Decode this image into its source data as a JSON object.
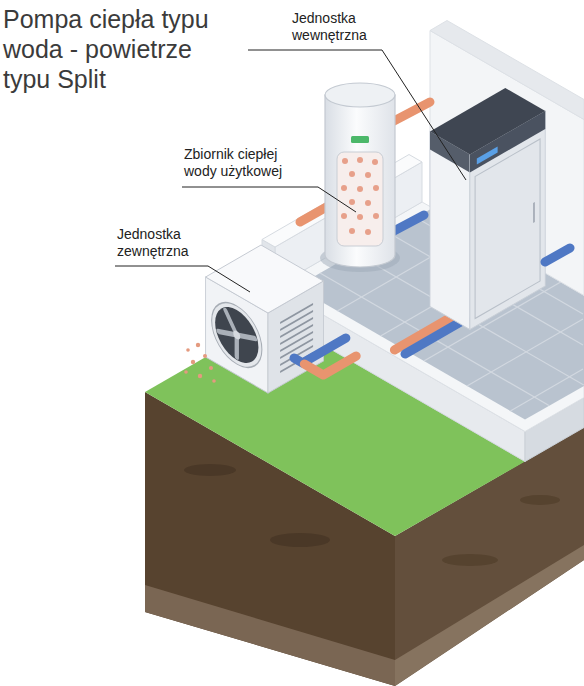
{
  "diagram": {
    "title": "Pompa ciepła typu woda - powietrze typu Split",
    "labels": [
      "Jednostka wewnętrzna",
      "Zbiornik ciepłej wody użytkowej",
      "Jednostka zewnętrzna"
    ]
  }
}
